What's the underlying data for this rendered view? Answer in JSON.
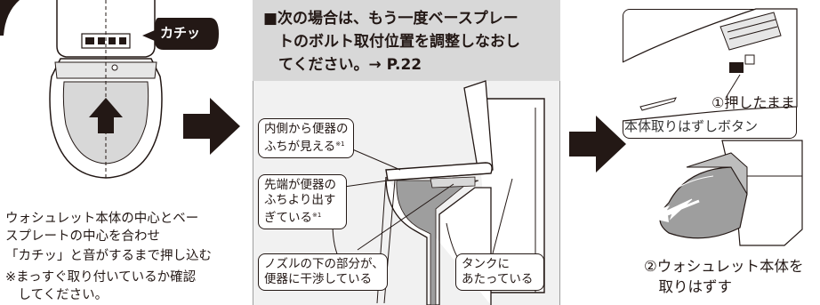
{
  "left": {
    "click_label": "カチッ",
    "instructions": [
      "ウォシュレット本体の中心とベー",
      "スプレートの中心を合わせ",
      "「カチッ」と音がするまで押し込む",
      "※まっすぐ取り付いているか確認",
      "　してください。"
    ]
  },
  "middle": {
    "header_lines": [
      "■次の場合は、もう一度ベースプレー",
      "　トのボルト取付位置を調整しなおし",
      "　てください。→ P.22"
    ],
    "callouts": {
      "inside_visible_lines": [
        "内側から便器の",
        "ふちが見える"
      ],
      "inside_visible_note": "※1",
      "tip_protrudes_lines": [
        "先端が便器の",
        "ふちより出す",
        "ぎている"
      ],
      "tip_protrudes_note": "※1",
      "nozzle_lines": [
        "ノズルの下の部分が、",
        "便器に干渉している"
      ],
      "tank_lines": [
        "タンクに",
        "あたっている"
      ]
    }
  },
  "right": {
    "step1_label": "①押したまま",
    "button_label": "本体取りはずしボタン",
    "step2_lines": [
      "②ウォシュレット本体を",
      "　取りはずす"
    ]
  },
  "colors": {
    "ink": "#231815",
    "gray_fill": "#d8d8d8",
    "mid_gray": "#9e9e9e",
    "arrow": "#231815"
  }
}
